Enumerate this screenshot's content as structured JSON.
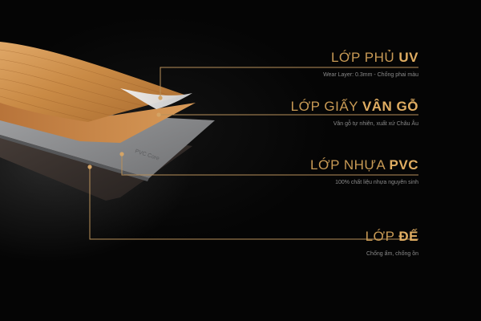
{
  "layers": [
    {
      "title_prefix": "LỚP PHỦ ",
      "title_bold": "UV",
      "subtitle": "Wear Layer: 0.3mm - Chống phai màu"
    },
    {
      "title_prefix": "LỚP GIẤY ",
      "title_bold": "VÂN GỖ",
      "subtitle": "Vân gỗ tự nhiên, xuất xứ Châu Âu"
    },
    {
      "title_prefix": "LỚP NHỰA ",
      "title_bold": "PVC",
      "subtitle": "100% chất liệu nhựa nguyên sinh"
    },
    {
      "title_prefix": "LỚP ",
      "title_bold": "ĐẾ",
      "subtitle": "Chống ẩm, chống ồn"
    }
  ],
  "core_label": "PVC Core",
  "colors": {
    "background": "#000000",
    "accent_gold": "#c89a55",
    "leader_line": "#b8905a",
    "subtitle_gray": "#8a8a8a",
    "wood": "#c98a45",
    "pvc_core": "#8c8d8f",
    "base_layer": "#3a3330"
  }
}
